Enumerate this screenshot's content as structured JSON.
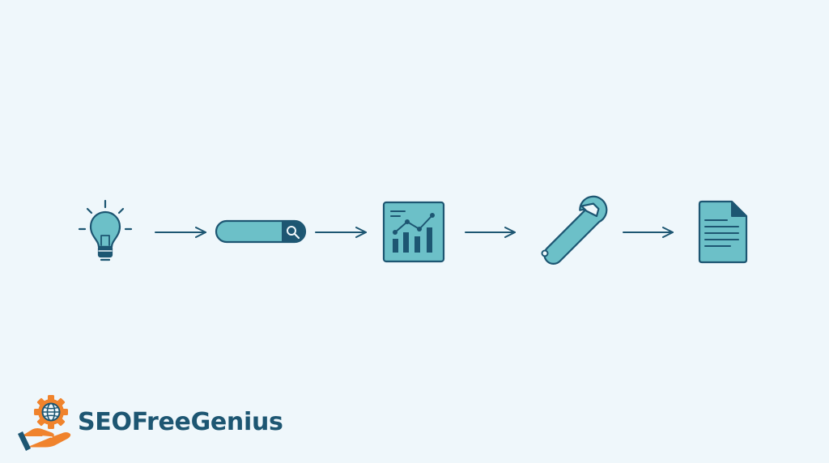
{
  "brand": {
    "name": "SEOFreeGenius",
    "logo_icon": "gear-globe-hand-icon"
  },
  "flow": {
    "direction": "left-to-right",
    "steps": [
      {
        "icon": "lightbulb-icon"
      },
      {
        "icon": "search-bar-icon"
      },
      {
        "icon": "analytics-chart-icon"
      },
      {
        "icon": "wrench-icon"
      },
      {
        "icon": "document-icon"
      }
    ],
    "connectors": 4
  },
  "colors": {
    "background": "#eff7fb",
    "stroke": "#1d5672",
    "fill": "#6cc0c8",
    "accent": "#f0832c"
  }
}
